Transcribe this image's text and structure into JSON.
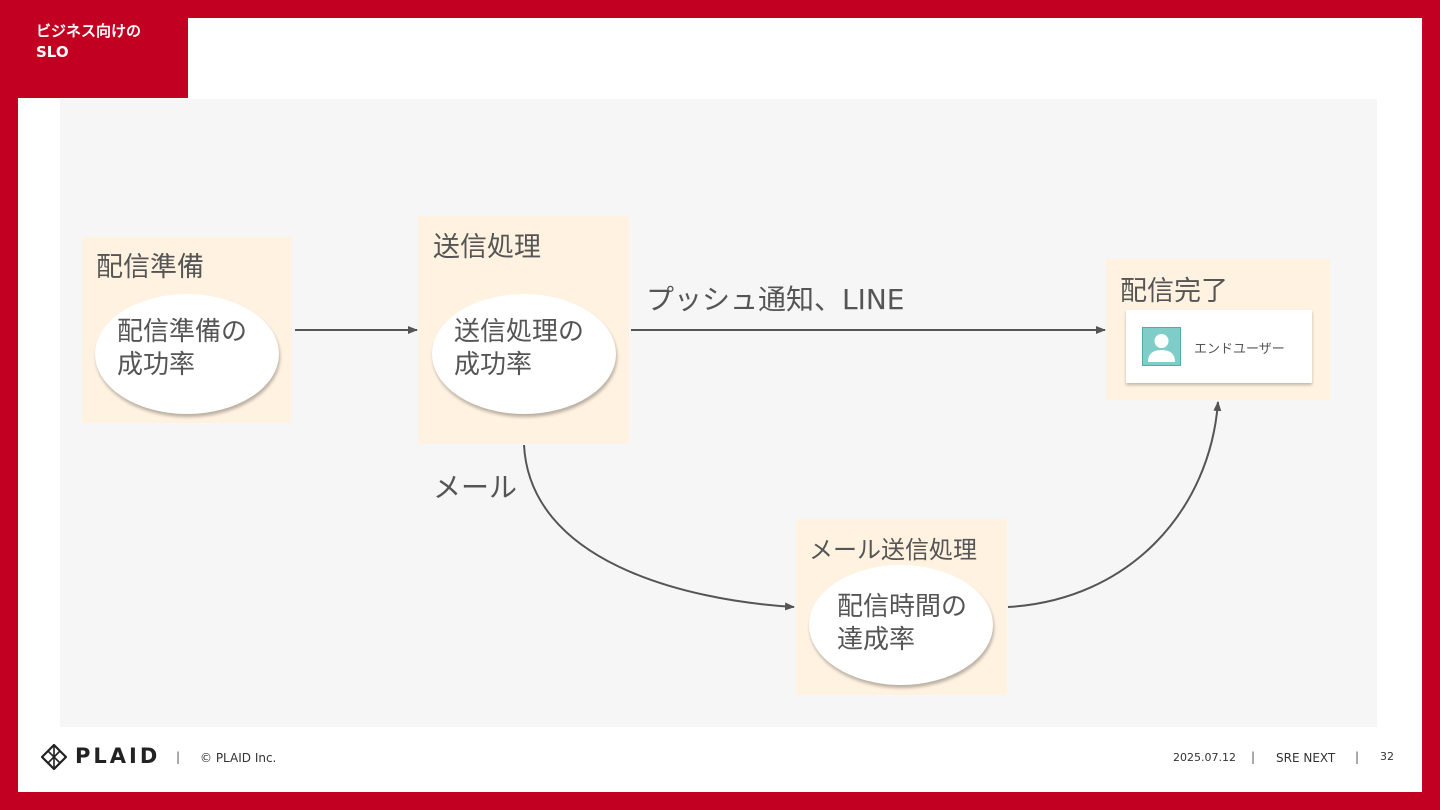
{
  "slide": {
    "title_line1": "ビジネス向けの",
    "title_line2": "SLO"
  },
  "diagram": {
    "nodes": {
      "prep": {
        "label": "配信準備",
        "metric": "配信準備の\n成功率"
      },
      "send": {
        "label": "送信処理",
        "metric": "送信処理の\n成功率"
      },
      "mail": {
        "label": "メール送信処理",
        "metric": "配信時間の\n達成率"
      },
      "done": {
        "label": "配信完了",
        "card_label": "エンドユーザー",
        "card_icon": "user-avatar-icon"
      }
    },
    "edges": {
      "push": "プッシュ通知、LINE",
      "mail": "メール"
    },
    "colors": {
      "box_fill": "#fff2e0",
      "canvas": "#f6f6f6",
      "accent": "#c20022",
      "avatar": "#7ecdc8"
    }
  },
  "footer": {
    "logo": "PLAID",
    "copyright": "© PLAID Inc.",
    "date": "2025.07.12",
    "event": "SRE NEXT",
    "page": "32",
    "separator": "|"
  }
}
